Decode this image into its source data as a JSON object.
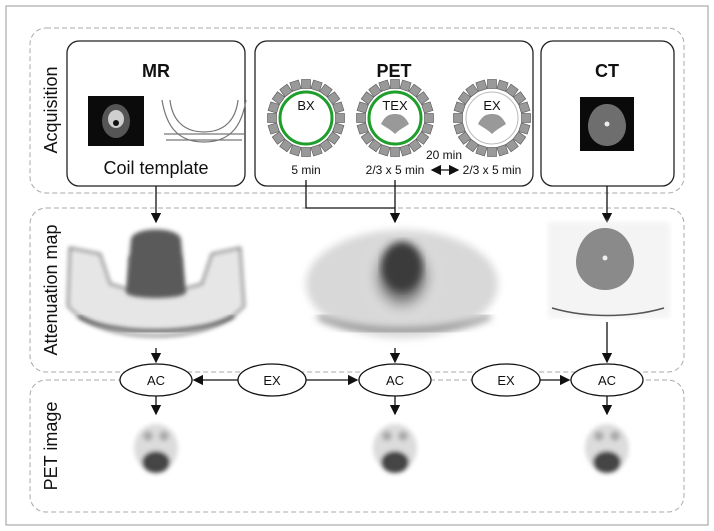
{
  "rows": {
    "acquisition": "Acquisition",
    "attenuation_map": "Attenuation map",
    "pet_image": "PET image"
  },
  "modalities": {
    "mr": {
      "title": "MR",
      "caption": "Coil template"
    },
    "pet": {
      "title": "PET",
      "rings": [
        {
          "label": "BX",
          "duration": "5 min"
        },
        {
          "label": "TEX",
          "duration": "2/3 x 5 min"
        },
        {
          "label": "EX",
          "duration": "2/3 x 5 min"
        }
      ],
      "interval": "20 min"
    },
    "ct": {
      "title": "CT"
    }
  },
  "processing": {
    "nodes": [
      "AC",
      "AC",
      "AC"
    ],
    "links": [
      "EX",
      "EX"
    ]
  },
  "colors": {
    "ring_highlight": "#1f9e2c",
    "detector": "#999999",
    "border": "#222222",
    "dashed": "#aaaaaa"
  }
}
